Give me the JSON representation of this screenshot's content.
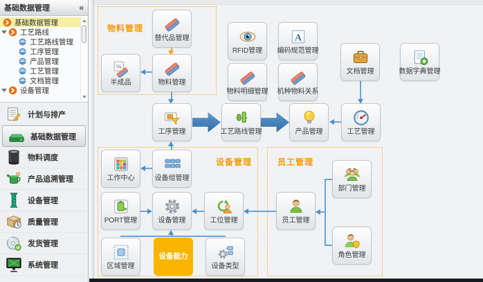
{
  "colors": {
    "accent_orange": "#f59b00",
    "group_border": "#f0b429",
    "arrow_blue": "#4a90d0",
    "big_arrow_blue": "#3d7ebf",
    "capability_bg": "#f7b500",
    "selected_yellow": "#f5f0a2"
  },
  "sidebar": {
    "title": "基础数据管理",
    "collapse_glyph": "«",
    "tree": {
      "items": [
        {
          "label": "基础数据管理",
          "level": 1,
          "root": true,
          "selected": true,
          "icon": "chevron-circle-icon"
        },
        {
          "label": "工艺路线",
          "level": 1,
          "expanded": true,
          "icon": "chevron-circle-icon"
        },
        {
          "label": "工艺路线管理",
          "level": 2,
          "icon": "node-icon"
        },
        {
          "label": "工序管理",
          "level": 2,
          "icon": "node-icon"
        },
        {
          "label": "产品管理",
          "level": 2,
          "icon": "node-icon"
        },
        {
          "label": "工艺管理",
          "level": 2,
          "icon": "node-icon"
        },
        {
          "label": "文档管理",
          "level": 2,
          "icon": "node-icon"
        },
        {
          "label": "设备管理",
          "level": 1,
          "expanded": true,
          "icon": "chevron-circle-icon"
        }
      ]
    },
    "nav": {
      "items": [
        {
          "label": "计划与排产",
          "icon": "planning-icon"
        },
        {
          "label": "基础数据管理",
          "icon": "basedata-icon",
          "selected": true
        },
        {
          "label": "物料调度",
          "icon": "material-dispatch-icon"
        },
        {
          "label": "产品追溯管理",
          "icon": "trace-icon"
        },
        {
          "label": "设备管理",
          "icon": "equipment-icon"
        },
        {
          "label": "质量管理",
          "icon": "quality-icon"
        },
        {
          "label": "发货管理",
          "icon": "shipping-icon"
        },
        {
          "label": "系统管理",
          "icon": "system-icon"
        }
      ]
    }
  },
  "diagram": {
    "groups": [
      {
        "id": "material-group",
        "label": "物料管理"
      },
      {
        "id": "equipment-group",
        "label": "设备管理"
      },
      {
        "id": "employee-group",
        "label": "员工管理"
      }
    ],
    "nodes": [
      {
        "id": "substitute",
        "label": "替代品管理",
        "icon": "eraser-icon"
      },
      {
        "id": "semi-product",
        "label": "半成品",
        "icon": "eraser-percent-icon"
      },
      {
        "id": "material",
        "label": "物料管理",
        "icon": "eraser-icon"
      },
      {
        "id": "rfid",
        "label": "RFID管理",
        "icon": "eye-icon"
      },
      {
        "id": "coding-rule",
        "label": "编码规范管理",
        "icon": "letter-a-icon"
      },
      {
        "id": "material-detail",
        "label": "物料明细管理",
        "icon": "eraser-icon"
      },
      {
        "id": "model-material",
        "label": "机种物料关系",
        "icon": "eraser-icon"
      },
      {
        "id": "document",
        "label": "文档管理",
        "icon": "briefcase-icon"
      },
      {
        "id": "data-dict",
        "label": "数据字典管理",
        "icon": "doc-plus-icon"
      },
      {
        "id": "process",
        "label": "工序管理",
        "icon": "funnel-card-icon"
      },
      {
        "id": "route",
        "label": "工艺路线管理",
        "icon": "sliders-icon"
      },
      {
        "id": "product",
        "label": "产品管理",
        "icon": "bulb-icon"
      },
      {
        "id": "craft",
        "label": "工艺管理",
        "icon": "gauge-icon"
      },
      {
        "id": "work-center",
        "label": "工作中心",
        "icon": "color-grid-icon"
      },
      {
        "id": "equip-group",
        "label": "设备组管理",
        "icon": "blue-grid-icon"
      },
      {
        "id": "port",
        "label": "PORT管理",
        "icon": "port-icon"
      },
      {
        "id": "equipment",
        "label": "设备管理",
        "icon": "gear-icon"
      },
      {
        "id": "station",
        "label": "工位管理",
        "icon": "person-refresh-icon"
      },
      {
        "id": "employee",
        "label": "员工管理",
        "icon": "person-icon"
      },
      {
        "id": "department",
        "label": "部门管理",
        "icon": "people-icon"
      },
      {
        "id": "role",
        "label": "角色管理",
        "icon": "person-shield-icon"
      },
      {
        "id": "region",
        "label": "区域管理",
        "icon": "region-icon"
      },
      {
        "id": "capability",
        "label": "设备能力",
        "icon": null,
        "variant": "orange"
      },
      {
        "id": "equip-type",
        "label": "设备类型",
        "icon": "gear-type-icon"
      }
    ],
    "edges": [
      {
        "from": "substitute",
        "to": "material",
        "type": "orange-arrow-down"
      },
      {
        "from": "material",
        "to": "semi-product",
        "type": "thin-left"
      },
      {
        "from": "material",
        "to": "process",
        "type": "thin-down"
      },
      {
        "from": "process",
        "to": "route",
        "type": "big-right"
      },
      {
        "from": "route",
        "to": "product",
        "type": "big-right"
      },
      {
        "from": "craft",
        "to": "product",
        "type": "thin-left"
      },
      {
        "from": "document",
        "to": "craft",
        "type": "thin-down"
      },
      {
        "from": "equip-group",
        "to": "process",
        "type": "thin-up"
      },
      {
        "from": "equip-group",
        "to": "work-center",
        "type": "thin-left"
      },
      {
        "from": "port",
        "to": "equipment",
        "type": "thin-right"
      },
      {
        "from": "station",
        "to": "equipment",
        "type": "thin-left"
      },
      {
        "from": "employee",
        "to": "station",
        "type": "thin-left"
      },
      {
        "from": "region,capability,equip-type",
        "to": "equipment",
        "type": "bracket-up"
      },
      {
        "from": "department,role",
        "to": "employee",
        "type": "bracket-left"
      }
    ]
  }
}
